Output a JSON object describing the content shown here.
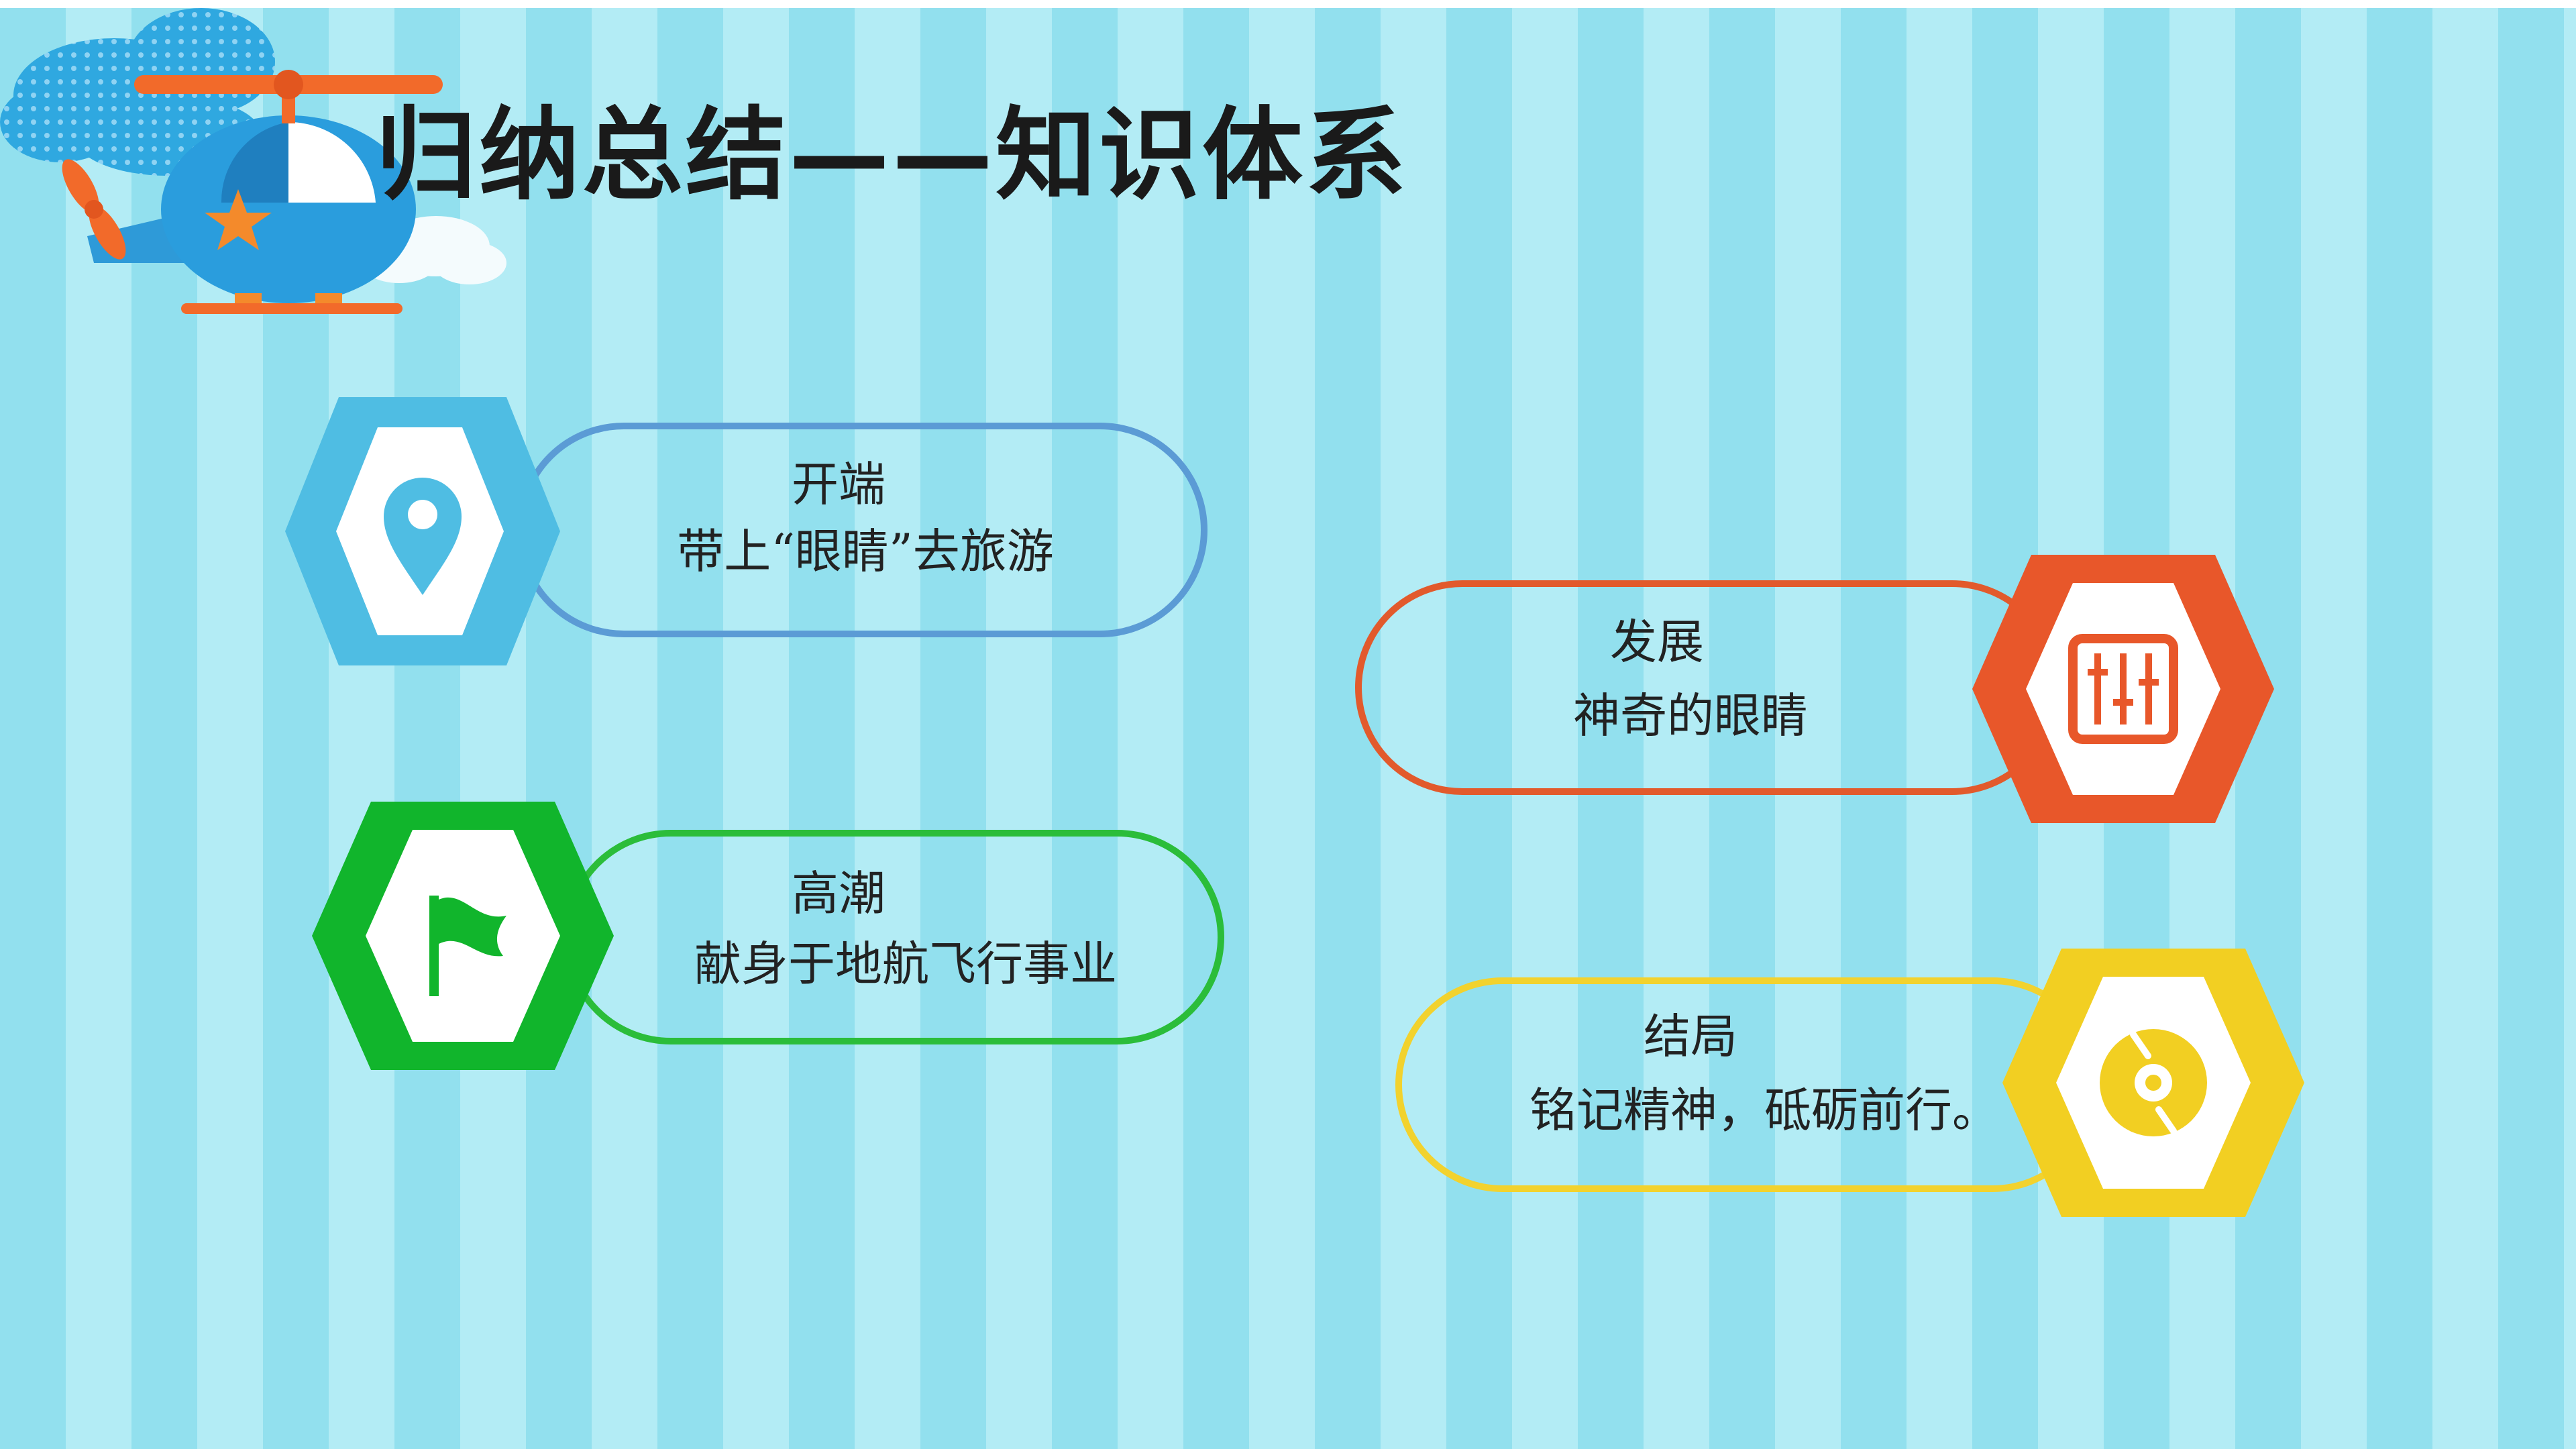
{
  "slide": {
    "title": "归纳总结——知识体系"
  },
  "sections": {
    "beginning": {
      "heading": "开端",
      "detail": "带上“眼睛”去旅游",
      "color": "#5b9bd5",
      "hex_color": "#4fbde3",
      "icon": "location-pin-icon"
    },
    "development": {
      "heading": "发展",
      "detail": "神奇的眼睛",
      "color": "#e25a2c",
      "hex_color": "#e8572a",
      "icon": "sliders-icon"
    },
    "climax": {
      "heading": "高潮",
      "detail": "献身于地航飞行事业",
      "color": "#2bbd3a",
      "hex_color": "#11b52c",
      "icon": "flag-icon"
    },
    "ending": {
      "heading": "结局",
      "detail": "铭记精神，砥砺前行。",
      "color": "#f2d22e",
      "hex_color": "#f2cf22",
      "icon": "disc-icon"
    }
  }
}
